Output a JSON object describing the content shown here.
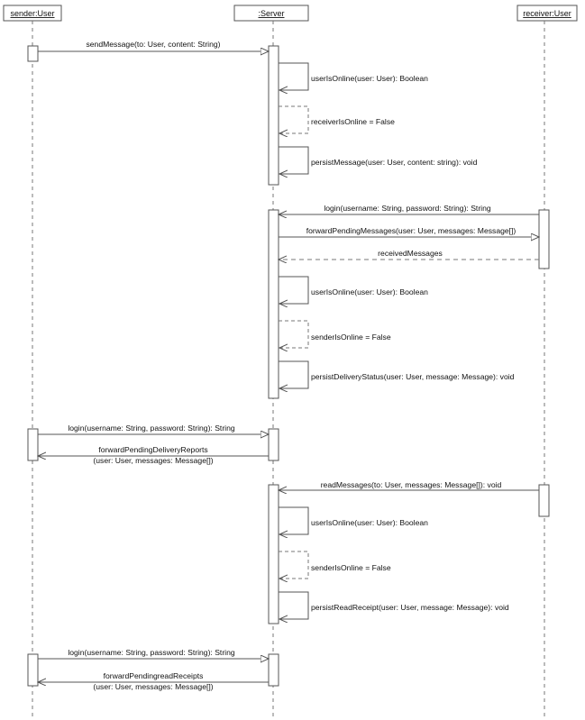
{
  "lifelines": {
    "sender": "sender:User",
    "server": ":Server",
    "receiver": "receiver:User"
  },
  "messages": {
    "m1": "sendMessage(to: User, content: String)",
    "m2": "userIsOnline(user: User): Boolean",
    "m3": "receiverIsOnline = False",
    "m4": "persistMessage(user: User, content: string): void",
    "m5": "login(username: String, password: String): String",
    "m6": "forwardPendingMessages(user: User, messages: Message[])",
    "m7": "receivedMessages",
    "m8": "userIsOnline(user: User): Boolean",
    "m9": "senderIsOnline = False",
    "m10": "persistDeliveryStatus(user: User, message: Message): void",
    "m11": "login(username: String, password: String): String",
    "m12a": "forwardPendingDeliveryReports",
    "m12b": "(user: User, messages: Message[])",
    "m13": "readMessages(to: User, messages: Message[]): void",
    "m14": "userIsOnline(user: User): Boolean",
    "m15": "senderIsOnline = False",
    "m16": "persistReadReceipt(user: User, message: Message): void",
    "m17": "login(username: String, password: String): String",
    "m18a": "forwardPendingreadReceipts",
    "m18b": "(user: User, messages: Message[])"
  },
  "colors": {
    "line": "#555555",
    "box_fill": "#ffffff",
    "text": "#111111"
  }
}
